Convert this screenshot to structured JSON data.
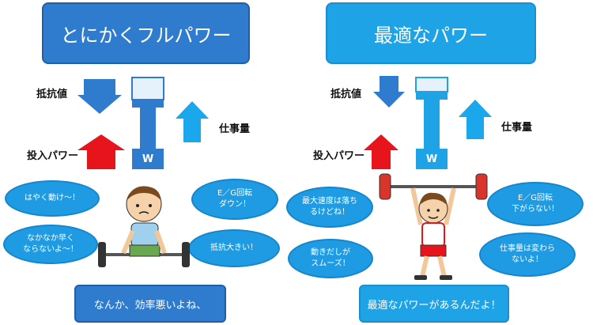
{
  "left": {
    "title": "とにかくフルパワー",
    "resistance_label": "抵抗値",
    "input_power_label": "投入パワー",
    "work_label": "仕事量",
    "piston_label": "W",
    "bubbles": [
      {
        "line1": "はやく動け～！",
        "line2": ""
      },
      {
        "line1": "なかなか早く",
        "line2": "ならないよ～！"
      },
      {
        "line1": "E／G回転",
        "line2": "ダウン！"
      },
      {
        "line1": "抵抗大きい！",
        "line2": ""
      }
    ],
    "summary": "なんか、効率悪いよね、"
  },
  "right": {
    "title": "最適なパワー",
    "resistance_label": "抵抗値",
    "input_power_label": "投入パワー",
    "work_label": "仕事量",
    "piston_label": "W",
    "bubbles": [
      {
        "line1": "最大速度は落ち",
        "line2": "るけどね！"
      },
      {
        "line1": "動きだしが",
        "line2": "スムーズ！"
      },
      {
        "line1": "E／G回転",
        "line2": "下がらない！"
      },
      {
        "line1": "仕事量は変わら",
        "line2": "ないよ！"
      }
    ],
    "summary": "最適なパワーがあるんだよ！"
  },
  "colors": {
    "dark_blue": "#2f7ccf",
    "light_blue": "#1ea3e6",
    "cyan_arrow": "#1aa7ec",
    "red_arrow": "#e8141c",
    "bubble_blue": "#1e9be3"
  },
  "icons": {
    "down_arrow": "resistance-down-arrow-icon",
    "up_arrow_blue": "work-up-arrow-icon",
    "up_arrow_red": "power-up-arrow-icon",
    "piston": "piston-icon",
    "weightlifter": "weightlifter-illustration"
  }
}
